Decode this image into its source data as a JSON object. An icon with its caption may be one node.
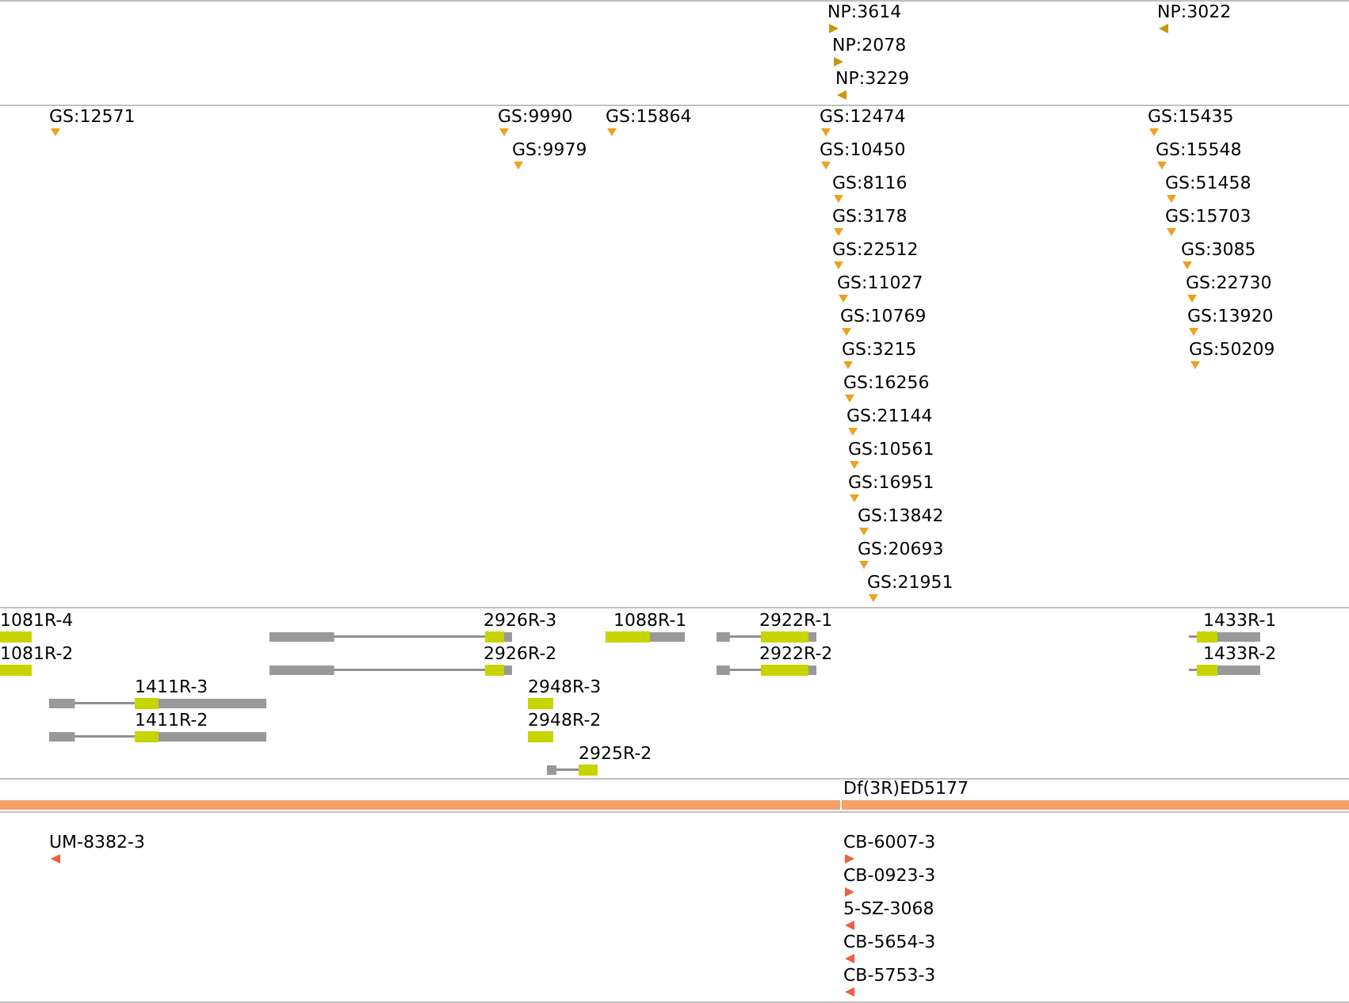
{
  "diagram": {
    "labels": [
      "NP:3614",
      "NP:3022",
      "NP:2078",
      "NP:3229",
      "GS:12571",
      "GS:9990",
      "GS:15864",
      "GS:12474",
      "GS:15435",
      "GS:9979",
      "GS:10450",
      "GS:15548",
      "GS:8116",
      "GS:51458",
      "GS:3178",
      "GS:15703",
      "GS:22512",
      "GS:3085",
      "GS:11027",
      "GS:22730",
      "GS:10769",
      "GS:13920",
      "GS:3215",
      "GS:50209",
      "GS:16256",
      "GS:21144",
      "GS:10561",
      "GS:16951",
      "GS:13842",
      "GS:20693",
      "GS:21951",
      "1081R-4",
      "2926R-3",
      "1088R-1",
      "2922R-1",
      "1433R-1",
      "1081R-2",
      "2926R-2",
      "2922R-2",
      "1433R-2",
      "1411R-3",
      "2948R-3",
      "1411R-2",
      "2948R-2",
      "2925R-2",
      "Df(3R)ED5177",
      "UM-8382-3",
      "CB-6007-3",
      "CB-0923-3",
      "5-SZ-3068",
      "CB-5654-3",
      "CB-5753-3"
    ]
  }
}
